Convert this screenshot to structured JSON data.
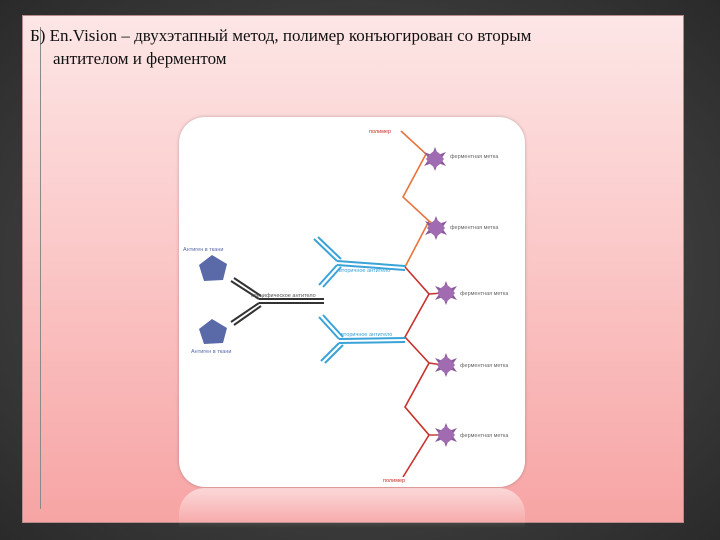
{
  "slide": {
    "title_line1": "Б) En.Vision – двухэтапный метод, полимер конъюгирован со вторым",
    "title_line2": "антителом и ферментом"
  },
  "diagram": {
    "polymer_label": "полимер",
    "enzyme_label": "ферментная метка",
    "antigen_label": "Антиген в ткани",
    "specific_antibody_label": "специфическое антитело",
    "secondary_antibody_label": "вторичное антитело",
    "colors": {
      "polymer": "#e8743b",
      "enzyme": "#8b5a9b",
      "antigen": "#5a6aa8",
      "secondary_antibody": "#3aa3d8",
      "specific_antibody": "#333333"
    }
  }
}
